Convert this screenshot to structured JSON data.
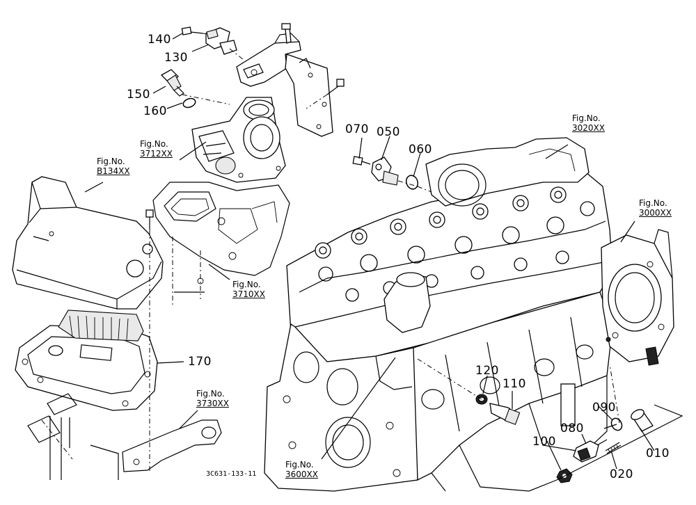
{
  "figure_refs": {
    "b134": {
      "title": "Fig.No.",
      "number": "B134XX"
    },
    "r3712": {
      "title": "Fig.No.",
      "number": "3712XX"
    },
    "r3710": {
      "title": "Fig.No.",
      "number": "3710XX"
    },
    "r3730": {
      "title": "Fig.No.",
      "number": "3730XX"
    },
    "r3600": {
      "title": "Fig.No.",
      "number": "3600XX"
    },
    "r3020": {
      "title": "Fig.No.",
      "number": "3020XX"
    },
    "r3000": {
      "title": "Fig.No.",
      "number": "3000XX"
    }
  },
  "parts": {
    "p140": "140",
    "p130": "130",
    "p150": "150",
    "p160": "160",
    "p170": "170",
    "p070": "070",
    "p050": "050",
    "p060": "060",
    "p120": "120",
    "p110": "110",
    "p090": "090",
    "p080": "080",
    "p100": "100",
    "p020": "020",
    "p010": "010"
  },
  "drawing_code": "3C631-133-11"
}
